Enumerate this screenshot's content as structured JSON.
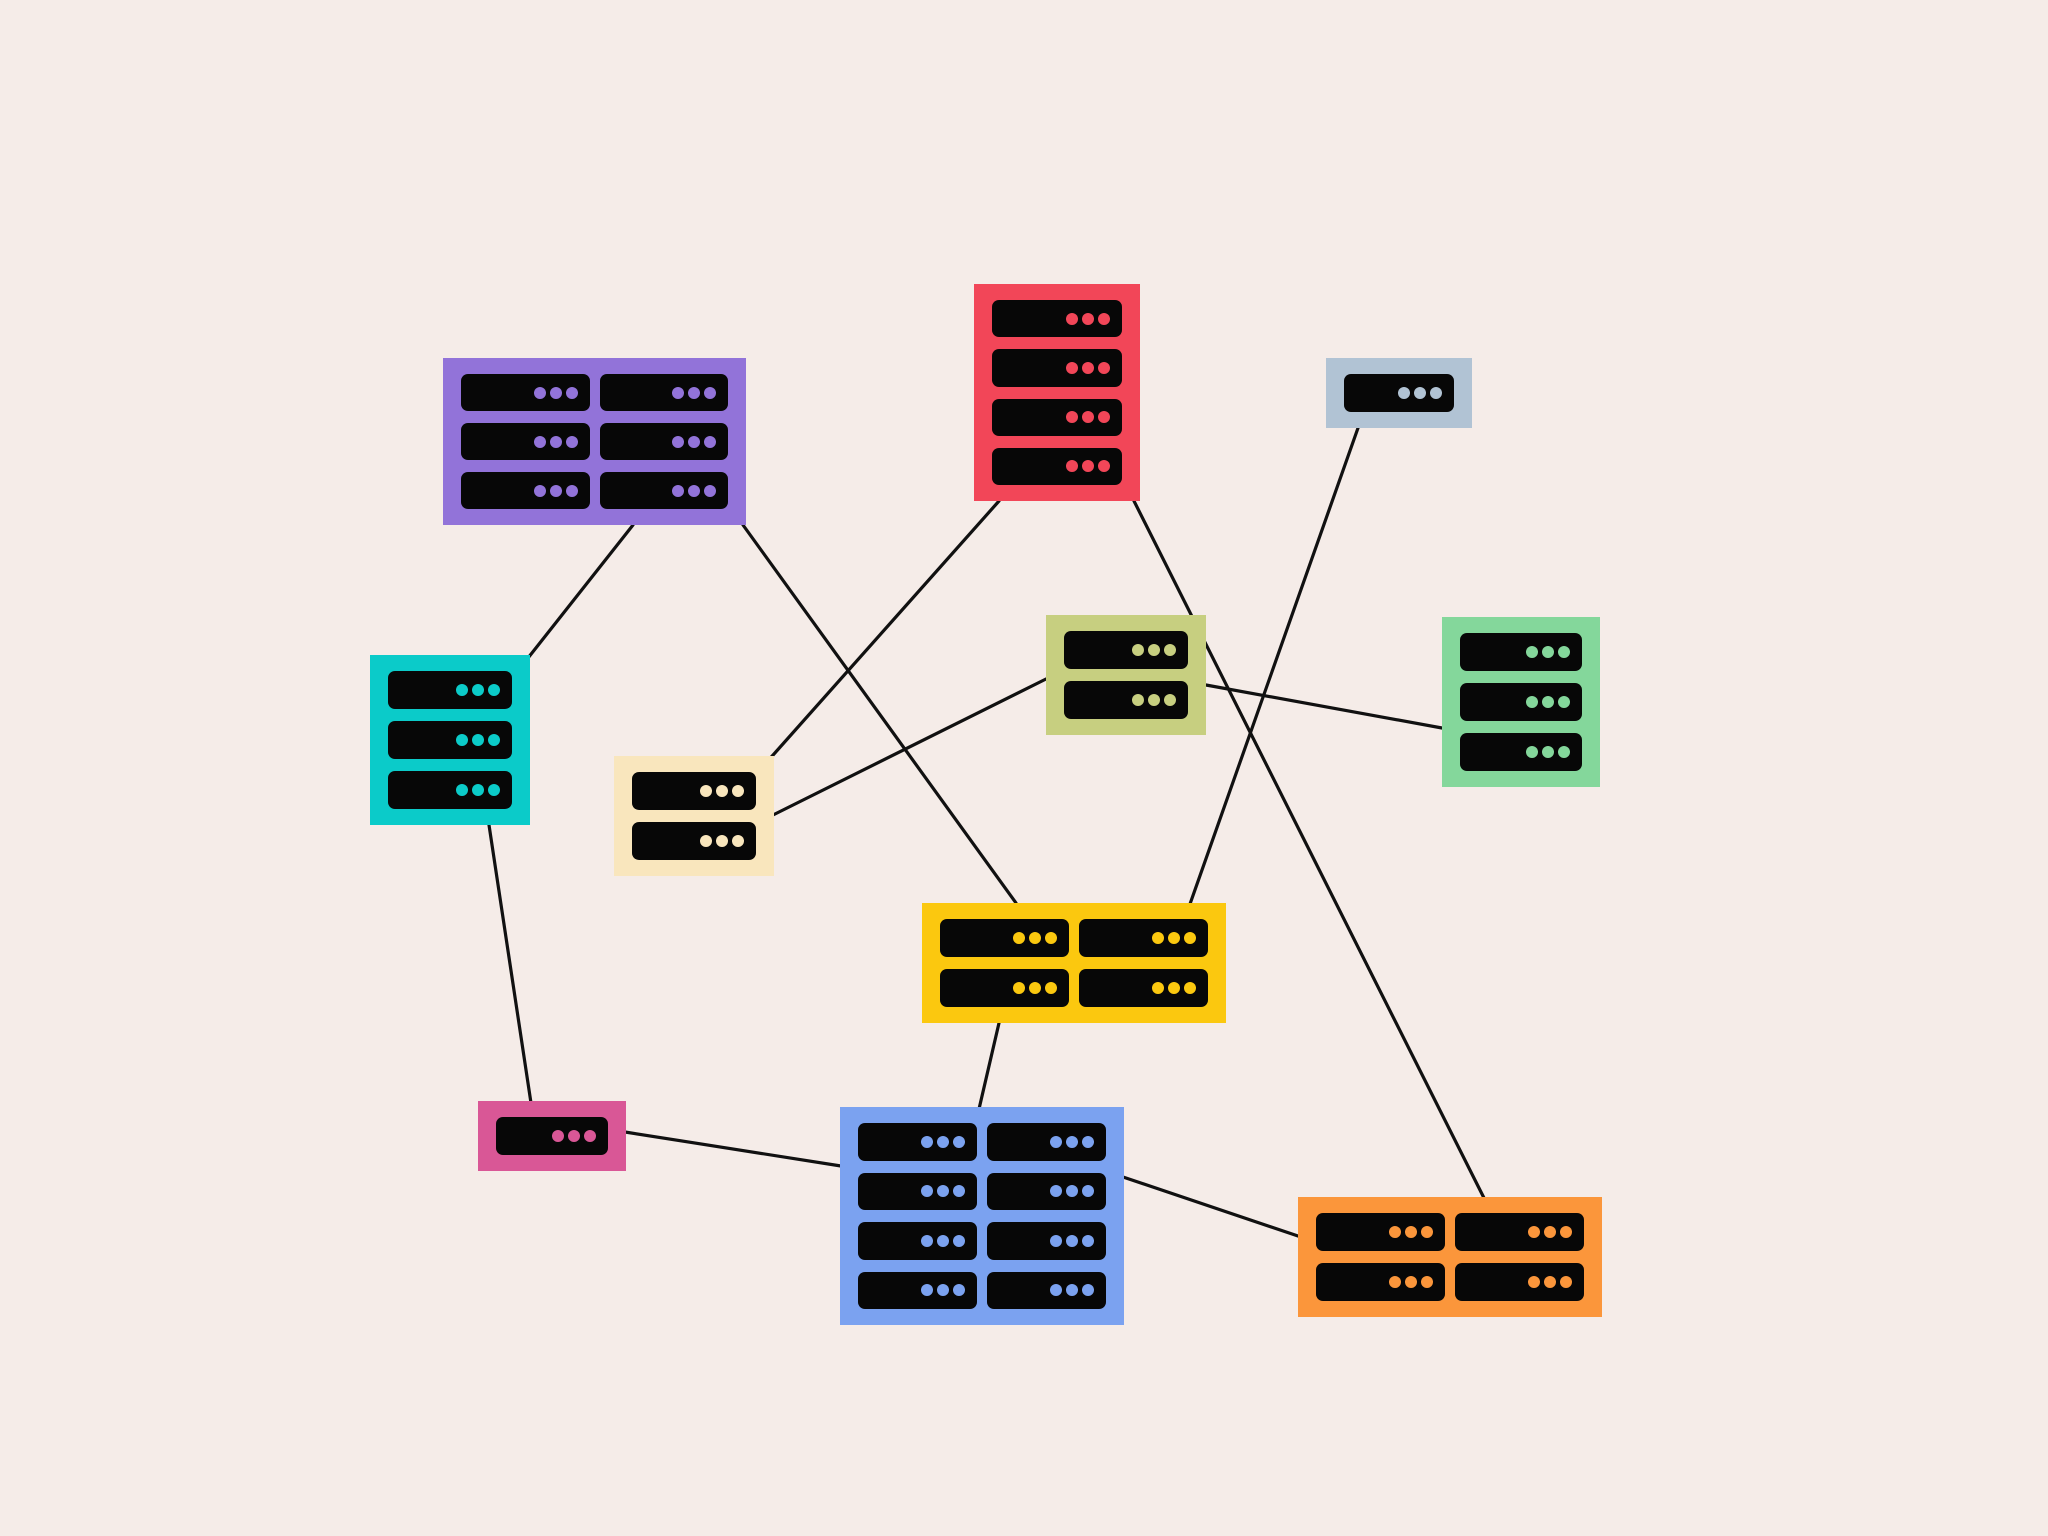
{
  "diagram": {
    "type": "network-topology",
    "palette": {
      "background": "#f5ece8",
      "link": "#111111",
      "unit": "#070707"
    },
    "nodes": [
      {
        "id": "purple",
        "rack_icon": "server-rack-icon",
        "color": "#9273d9",
        "cols": 2,
        "rows": 3
      },
      {
        "id": "red",
        "rack_icon": "server-rack-icon",
        "color": "#f24658",
        "cols": 1,
        "rows": 4
      },
      {
        "id": "grey",
        "rack_icon": "server-rack-icon",
        "color": "#b1c3d4",
        "cols": 1,
        "rows": 1
      },
      {
        "id": "teal",
        "rack_icon": "server-rack-icon",
        "color": "#0bcbc9",
        "cols": 1,
        "rows": 3
      },
      {
        "id": "olive",
        "rack_icon": "server-rack-icon",
        "color": "#c7cf80",
        "cols": 1,
        "rows": 2
      },
      {
        "id": "green",
        "rack_icon": "server-rack-icon",
        "color": "#84d79b",
        "cols": 1,
        "rows": 3
      },
      {
        "id": "cream",
        "rack_icon": "server-rack-icon",
        "color": "#f9e6bd",
        "cols": 1,
        "rows": 2
      },
      {
        "id": "yellow",
        "rack_icon": "server-rack-icon",
        "color": "#fbc80f",
        "cols": 2,
        "rows": 2
      },
      {
        "id": "pink",
        "rack_icon": "server-rack-icon",
        "color": "#d95796",
        "cols": 1,
        "rows": 1
      },
      {
        "id": "blue",
        "rack_icon": "server-rack-icon",
        "color": "#7ba2f0",
        "cols": 2,
        "rows": 4
      },
      {
        "id": "orange",
        "rack_icon": "server-rack-icon",
        "color": "#fb963b",
        "cols": 2,
        "rows": 2
      }
    ],
    "links": [
      {
        "from": "purple",
        "to": "teal"
      },
      {
        "from": "purple",
        "to": "yellow"
      },
      {
        "from": "red",
        "to": "cream"
      },
      {
        "from": "red",
        "to": "orange"
      },
      {
        "from": "grey",
        "to": "yellow"
      },
      {
        "from": "cream",
        "to": "olive"
      },
      {
        "from": "olive",
        "to": "green"
      },
      {
        "from": "teal",
        "to": "pink"
      },
      {
        "from": "pink",
        "to": "blue"
      },
      {
        "from": "yellow",
        "to": "blue"
      },
      {
        "from": "blue",
        "to": "orange"
      }
    ]
  }
}
